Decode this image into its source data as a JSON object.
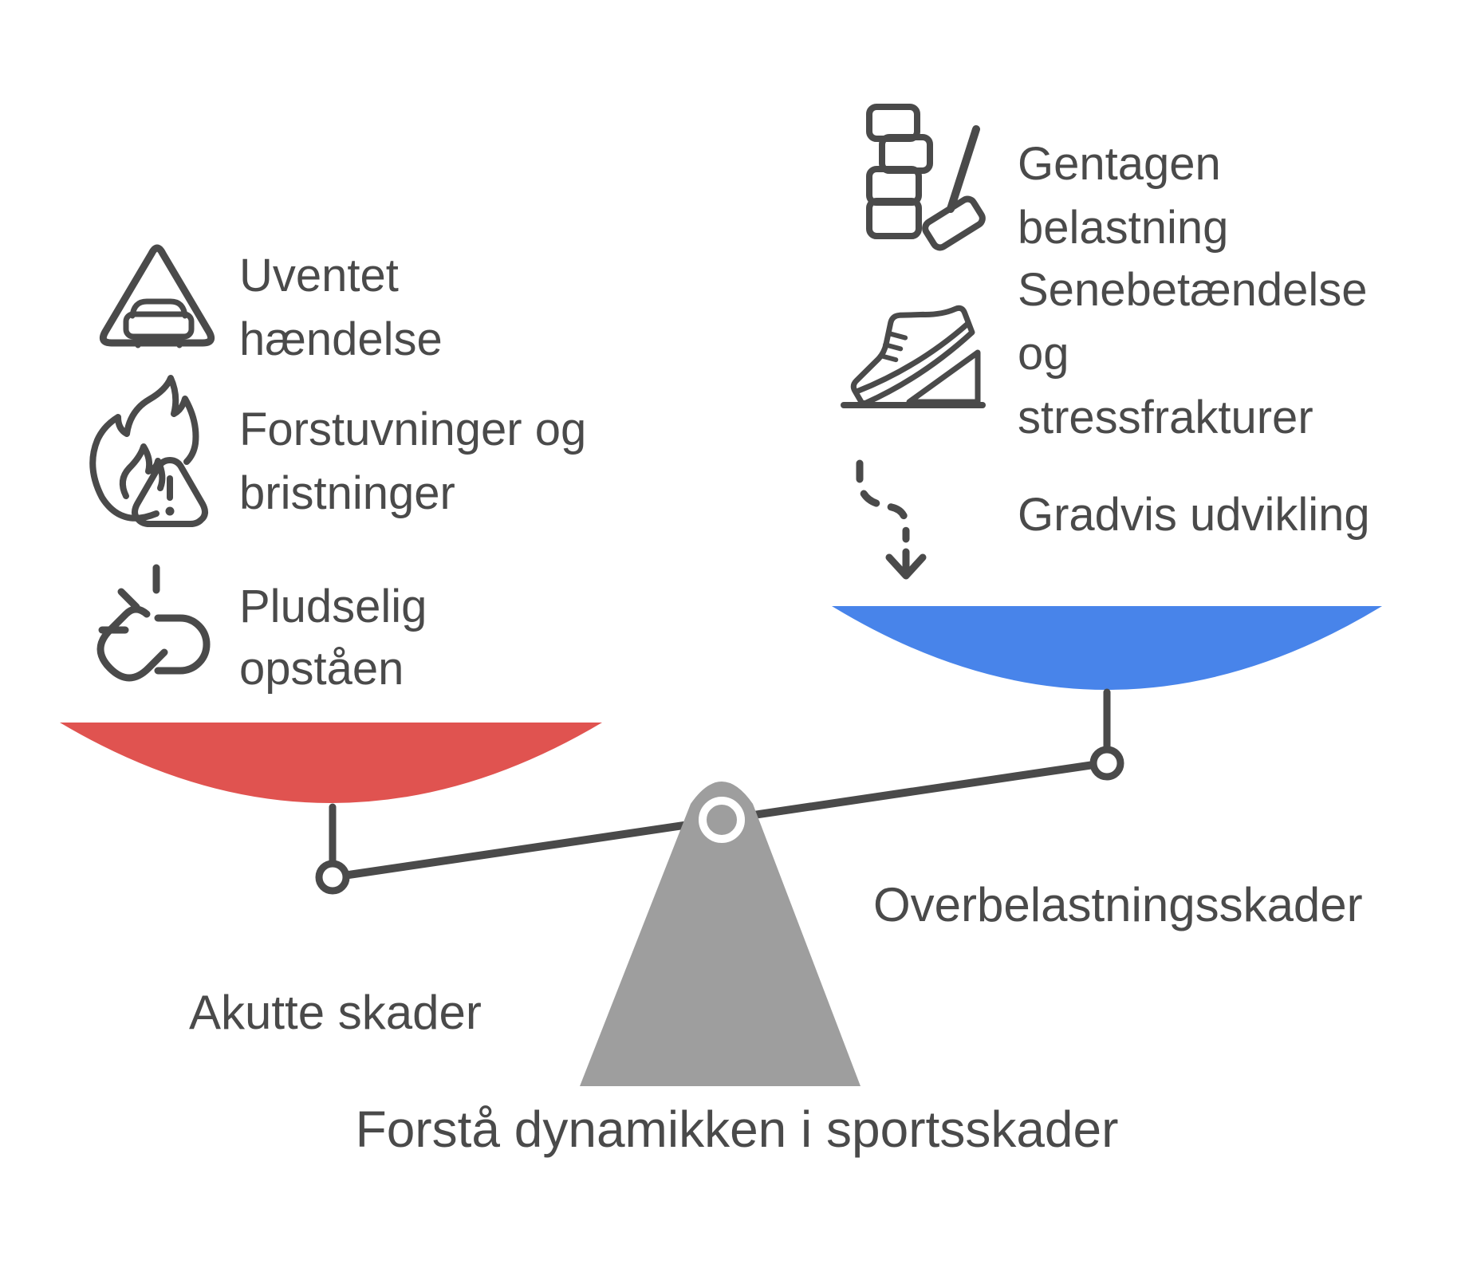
{
  "title": "Forstå dynamikken i sportsskader",
  "colors": {
    "accent_red": "#E05350",
    "accent_blue": "#4884EA",
    "fulcrum_gray": "#9E9E9E",
    "line_dark": "#4A4A4A"
  },
  "left_group": {
    "pan_label": "Akutte skader",
    "items": [
      {
        "icon": "car-warning-triangle-icon",
        "lines": [
          "Uventet",
          "hændelse"
        ]
      },
      {
        "icon": "flame-alert-icon",
        "lines": [
          "Forstuvninger og",
          "bristninger"
        ]
      },
      {
        "icon": "broken-link-icon",
        "lines": [
          "Pludselig",
          "opståen"
        ]
      }
    ]
  },
  "right_group": {
    "pan_label": "Overbelastningsskader",
    "items": [
      {
        "icon": "stacked-blocks-mallet-icon",
        "lines": [
          "Gentagen",
          "belastning"
        ]
      },
      {
        "icon": "sneaker-incline-icon",
        "lines": [
          "Senebetændelse",
          "og",
          "stressfrakturer"
        ]
      },
      {
        "icon": "dashed-arrow-down-icon",
        "lines": [
          "Gradvis udvikling"
        ]
      }
    ]
  }
}
